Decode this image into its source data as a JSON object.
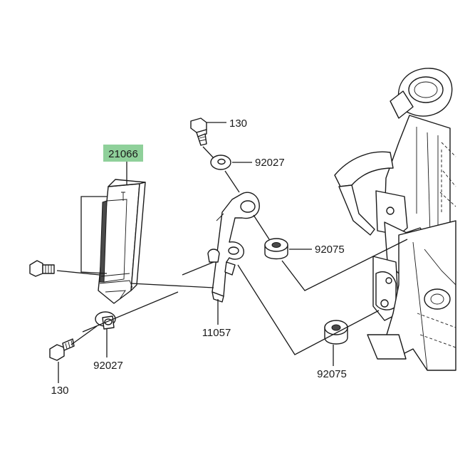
{
  "callouts": {
    "ecu": "21066",
    "bolt_top": "130",
    "washer_top": "92027",
    "grommet_top": "92075",
    "bracket": "11057",
    "washer_bottom": "92027",
    "bolt_bottom": "130",
    "grommet_bottom": "92075"
  },
  "colors": {
    "highlight": "#8fd09a",
    "line": "#1a1a1a"
  }
}
